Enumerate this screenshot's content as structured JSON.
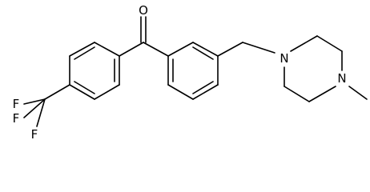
{
  "molecule": {
    "atoms": {
      "oxygen": "O",
      "nitrogen_1": "N",
      "nitrogen_2": "N",
      "fluorine_1": "F",
      "fluorine_2": "F",
      "fluorine_3": "F"
    },
    "colors": {
      "bond": "#000000",
      "label": "#000000",
      "background": "#ffffff"
    }
  }
}
